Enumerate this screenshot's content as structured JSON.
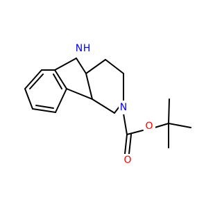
{
  "diagram": {
    "kind": "chemical-structure",
    "background_color": "#ffffff",
    "bond_color": "#000000",
    "atoms": {
      "n_indole": {
        "label": "N",
        "h_label": "H",
        "color": "#0000ff"
      },
      "n_piperidine": {
        "label": "N",
        "color": "#0000ff"
      },
      "o_carbonyl": {
        "label": "O",
        "color": "#ff0000"
      },
      "o_ester": {
        "label": "O",
        "color": "#ff0000"
      }
    }
  }
}
